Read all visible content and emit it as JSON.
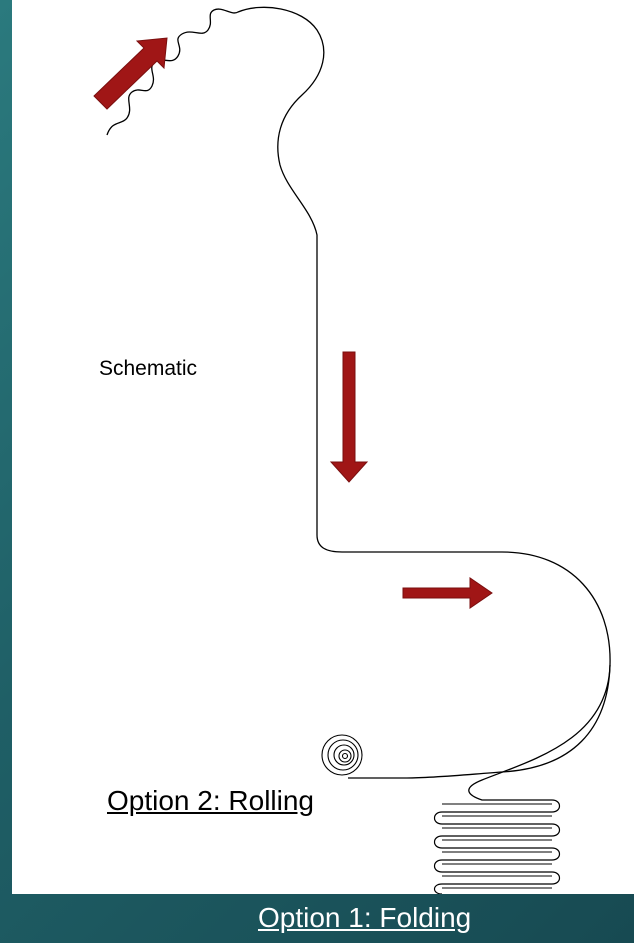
{
  "labels": {
    "schematic": "Schematic",
    "option_rolling": "Option 2: Rolling",
    "option_folding": "Option 1: Folding"
  },
  "colors": {
    "arrow": "#a01616",
    "line": "#000000",
    "background": "#1f5f66",
    "canvas": "#ffffff"
  },
  "icons": [
    "arrow-up-right-icon",
    "arrow-down-icon",
    "arrow-right-icon",
    "spiral-icon",
    "folded-zigzag-icon"
  ]
}
